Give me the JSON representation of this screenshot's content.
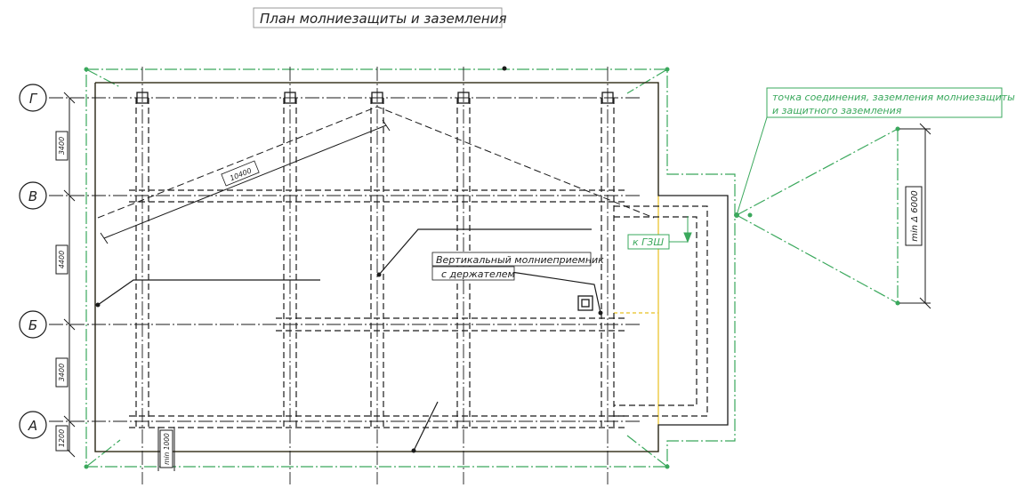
{
  "title": "План молниезащиты и заземления",
  "axes": {
    "rows": [
      "Г",
      "В",
      "Б",
      "А"
    ]
  },
  "dimensions": {
    "left": [
      "3400",
      "4400",
      "3400",
      "1200"
    ],
    "diagonal": "10400",
    "min_bottom": "min 1000",
    "min_right": "min Δ 6000"
  },
  "callouts": {
    "grounding_point": {
      "line1": "точка соединения, заземления молниезащиты",
      "line2": "и защитного заземления"
    },
    "gzsh": "к ГЗШ",
    "lightning_rod": {
      "line1": "Вертикальный молниеприемник",
      "line2": "с держателем"
    }
  },
  "colors": {
    "ink": "#1a1a1a",
    "green": "#3aa85c",
    "yellow": "#e8c020",
    "title_border": "#888888"
  }
}
